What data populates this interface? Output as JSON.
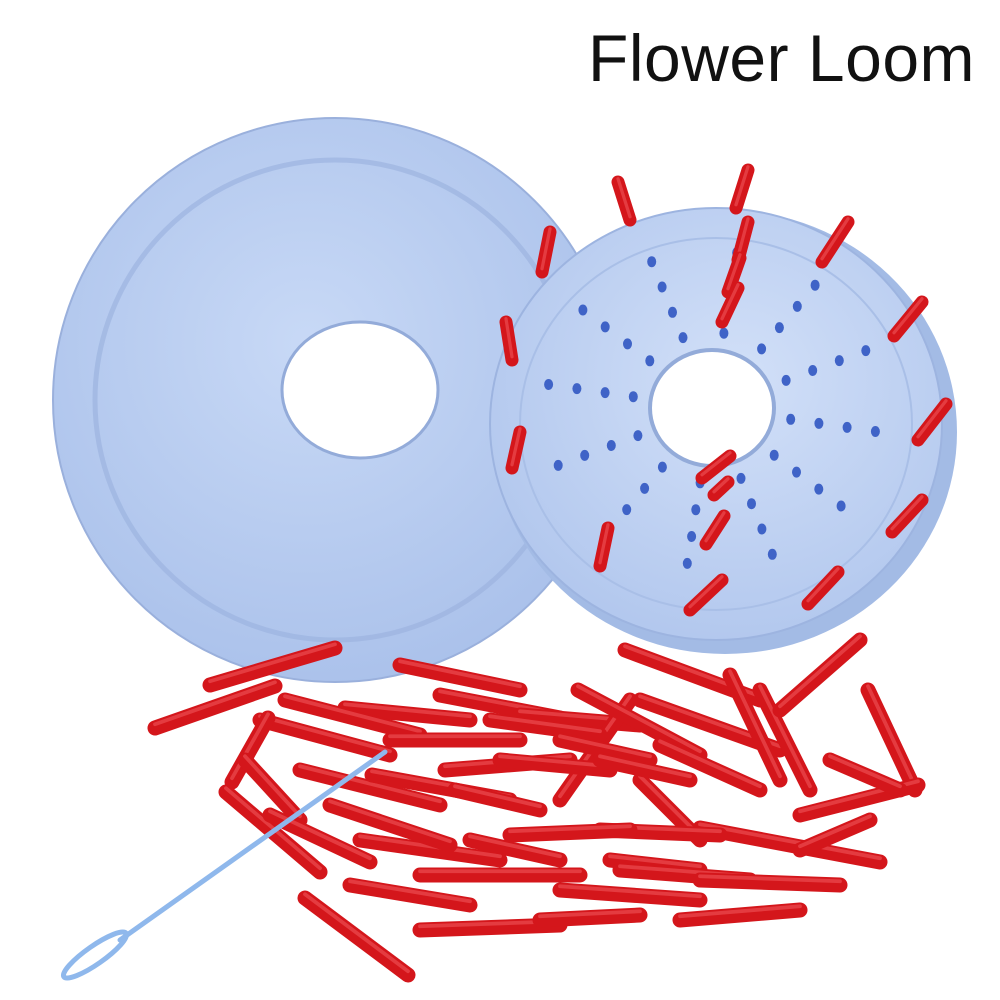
{
  "title": "Flower Loom",
  "colors": {
    "background": "#ffffff",
    "loom_plastic": "#b8cdf0",
    "loom_shadow": "#9fb6e0",
    "loom_hole": "#3f63c7",
    "peg_red": "#d4161b",
    "peg_dark": "#9e0c10",
    "needle": "#8fb8ec"
  },
  "items": {
    "disc": "flat-base-disc",
    "loom": "peg-loom-disc",
    "pegs": "loose-red-pegs",
    "needle": "plastic-needle"
  }
}
